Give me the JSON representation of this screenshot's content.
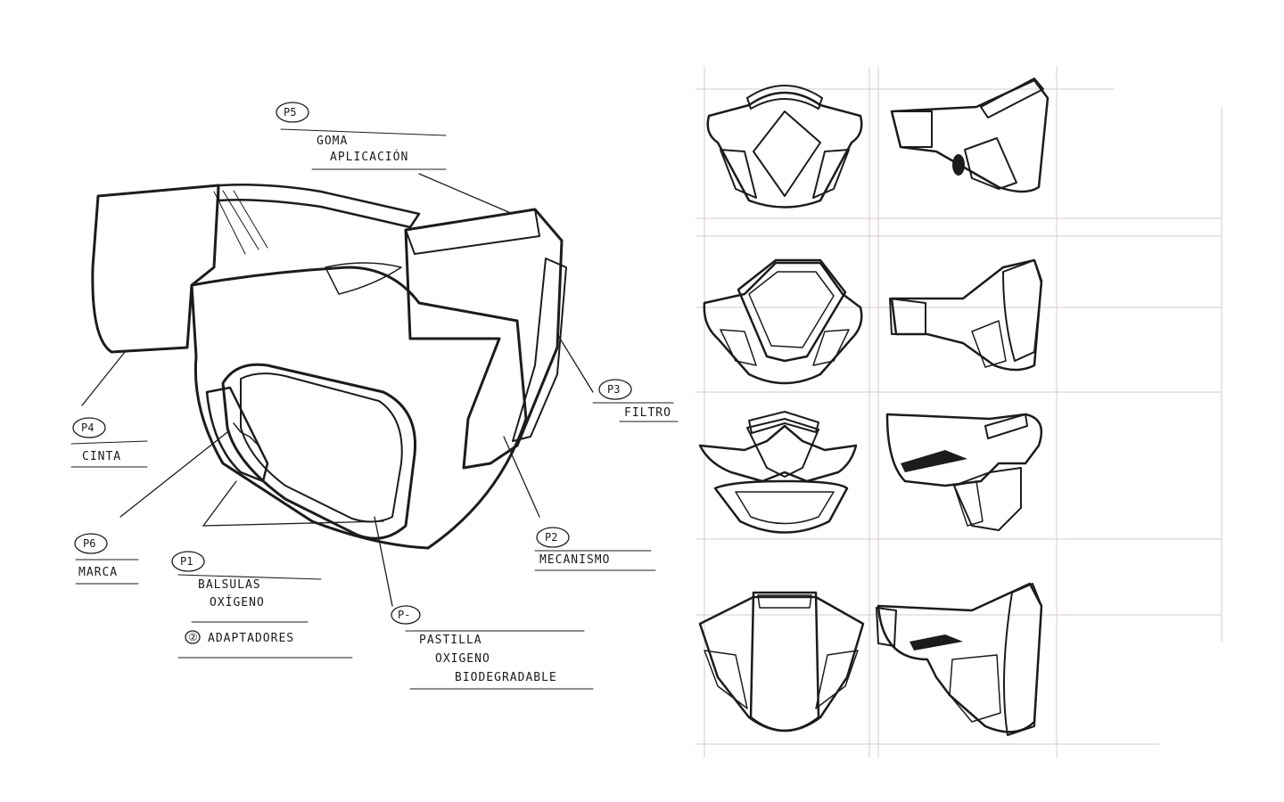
{
  "colors": {
    "accent": "#7fe0cf",
    "accent_dark": "#4fc4b3",
    "ink": "#1c1c1c",
    "paper": "#ffffff"
  },
  "callouts": [
    {
      "id": "P5",
      "tag": "P5",
      "lines": [
        "GOMA",
        "APLICACIÓN"
      ]
    },
    {
      "id": "P4",
      "tag": "P4",
      "lines": [
        "CINTA"
      ]
    },
    {
      "id": "P3",
      "tag": "P3",
      "lines": [
        "FILTRO"
      ]
    },
    {
      "id": "P2",
      "tag": "P2",
      "lines": [
        "MECANISMO"
      ]
    },
    {
      "id": "P6",
      "tag": "P6",
      "lines": [
        "MARCA"
      ]
    },
    {
      "id": "P1",
      "tag": "P1",
      "lines": [
        "BALSULAS",
        "OXÍGENO"
      ]
    },
    {
      "id": "P7",
      "tag": "P-",
      "lines": [
        "PASTILLA",
        "OXIGENO",
        "BIODEGRADABLE"
      ]
    }
  ],
  "adapters_note": {
    "tag": "②",
    "text": "ADAPTADORES"
  },
  "thumbnails": [
    {
      "row": 1,
      "views": [
        "front",
        "side"
      ]
    },
    {
      "row": 2,
      "views": [
        "front",
        "side"
      ]
    },
    {
      "row": 3,
      "views": [
        "front",
        "side"
      ]
    },
    {
      "row": 4,
      "views": [
        "front",
        "side"
      ]
    }
  ]
}
